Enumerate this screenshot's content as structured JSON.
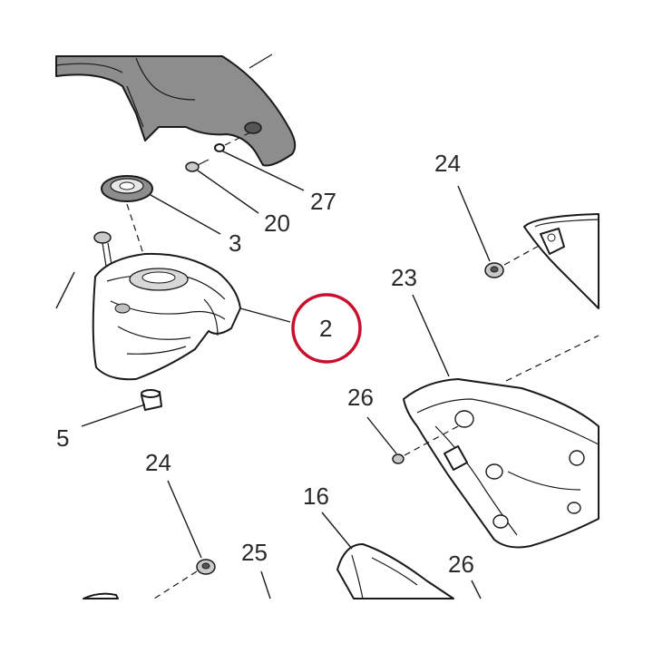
{
  "diagram": {
    "labels": {
      "l27": "27",
      "l20": "20",
      "l3": "3",
      "l2": "2",
      "l5": "5",
      "l24a": "24",
      "l23": "23",
      "l26a": "26",
      "l24b": "24",
      "l16": "16",
      "l25": "25",
      "l26b": "26"
    },
    "highlight": {
      "label": "2",
      "color": "#c8102e"
    }
  }
}
